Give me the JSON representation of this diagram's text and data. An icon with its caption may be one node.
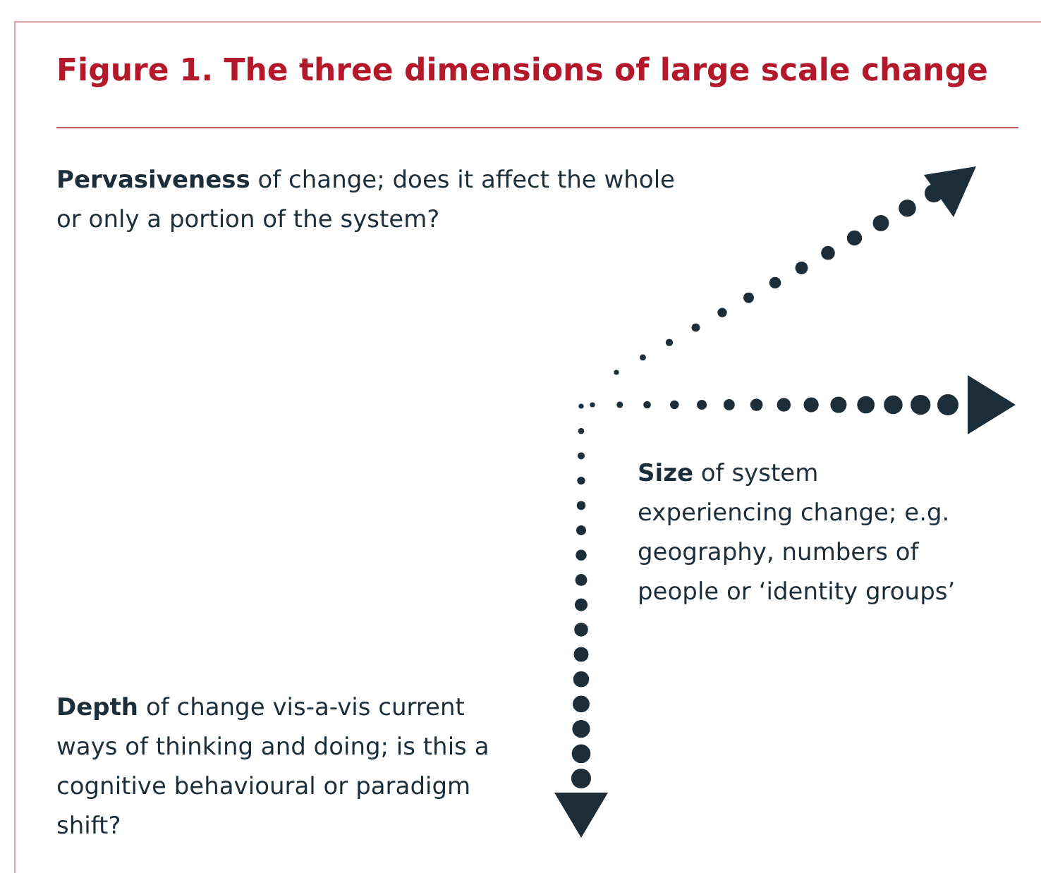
{
  "diagram": {
    "title": "Figure 1. The three dimensions of large scale change",
    "labels": [
      "**Pervasiveness** of change; does it affect the whole or only a portion of the system?",
      "**Size** of system experiencing change; e.g. geography, numbers of people or ‘identity groups’",
      "**Depth** of change vis-a-vis current ways of thinking and doing; is this a cognitive behavioural or paradigm shift?"
    ]
  }
}
